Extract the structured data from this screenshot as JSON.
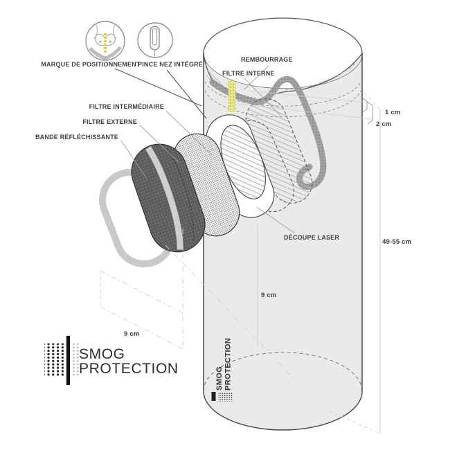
{
  "callouts": {
    "positioning_mark_label": "MARQUE DE POSITIONNEMENT",
    "nose_clip_label": "PINCE NEZ INTÉGRÉ"
  },
  "layer_labels": {
    "padding": "REMBOURRAGE",
    "inner_filter": "FILTRE INTERNE",
    "middle_filter": "FILTRE INTERMÉDIAIRE",
    "outer_filter": "FILTRE EXTERNE",
    "reflective_band": "BANDE RÉFLÉCHISSANTE",
    "laser_cut": "DÉCOUPE LASER"
  },
  "dimensions": {
    "rim_fold_top": "1 cm",
    "rim_fold_bottom": "2 cm",
    "tube_height": "49-55 cm",
    "mask_height": "9 cm",
    "mask_width": "9 cm"
  },
  "brand": {
    "name_line1": "SMOG",
    "name_line2": "PROTECTION",
    "vertical_line1": "SMOG",
    "vertical_line2": "PROTECTION"
  },
  "colors": {
    "highlight_yellow": "#ece88f",
    "cylinder_gray": "#eaeaea",
    "outer_filter_gray": "#5d5d5d",
    "reflective_band_gray": "#c9c9c9",
    "padding_band_gray": "#a0a0a0",
    "label_ink": "#3d3d3d"
  }
}
